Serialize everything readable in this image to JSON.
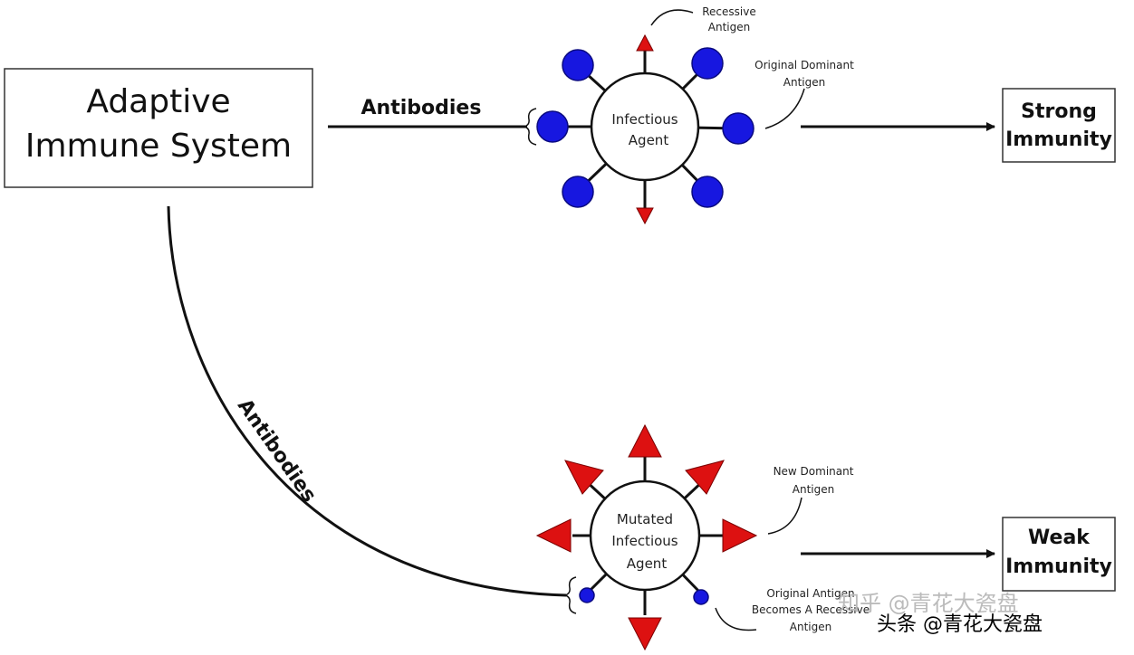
{
  "main_box": {
    "line1": "Adaptive",
    "line2": "Immune System"
  },
  "antibodies_top": "Antibodies",
  "antibodies_curve": "Antibodies",
  "agent_top": {
    "line1": "Infectious",
    "line2": "Agent"
  },
  "agent_bottom": {
    "line1": "Mutated",
    "line2": "Infectious",
    "line3": "Agent"
  },
  "labels": {
    "recessive": {
      "line1": "Recessive",
      "line2": "Antigen"
    },
    "original_dominant": {
      "line1": "Original Dominant",
      "line2": "Antigen"
    },
    "new_dominant": {
      "line1": "New Dominant",
      "line2": "Antigen"
    },
    "original_recessive": {
      "line1": "Original Antigen",
      "line2": "Becomes A Recessive",
      "line3": "Antigen"
    }
  },
  "outcomes": {
    "strong": {
      "line1": "Strong",
      "line2": "Immunity"
    },
    "weak": {
      "line1": "Weak",
      "line2": "Immunity"
    }
  },
  "watermarks": {
    "faint": "知乎 @青花大瓷盘",
    "main": "头条 @青花大瓷盘"
  },
  "colors": {
    "antigen_blue": "#1717e0",
    "antigen_red": "#dd1111"
  }
}
